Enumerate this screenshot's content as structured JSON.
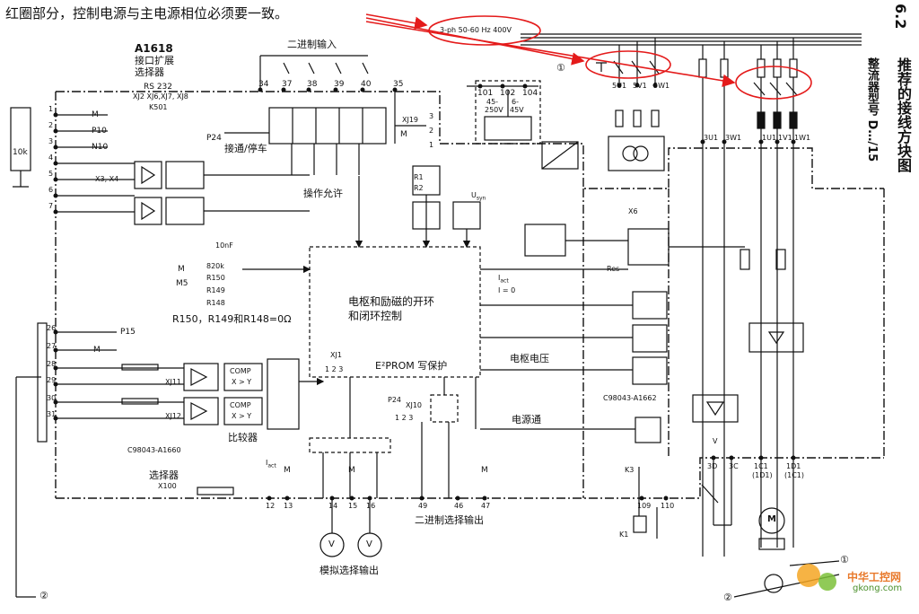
{
  "annotation": {
    "note": "红圈部分，控制电源与主电源相位必须要一致。",
    "color": "#e41a1a"
  },
  "header": {
    "section": "6.2",
    "title": "推荐的接线方块图",
    "subtitle": "整流器型号 D…/15"
  },
  "module": {
    "name": "A1618",
    "desc1": "接口扩展",
    "desc2": "选择器",
    "rs232": "RS 232",
    "conns": "XJ2  XJ6,XJ7, XJ8",
    "k501": "K501"
  },
  "supply": {
    "label": "3-ph 50-60 Hz 400V"
  },
  "labels": {
    "binary_in": "二进制输入",
    "enable": "操作允许",
    "run_stop": "接通/停车",
    "p24": "P24",
    "m": "M",
    "p10": "P10",
    "n10": "N10",
    "ten_k": "10k",
    "x3x4": "X3, X4",
    "p15": "P15",
    "core1": "电枢和励磁的开环",
    "core2": "和闭环控制",
    "eprom": "E²PROM 写保护",
    "xj1": "XJ1",
    "xj1_pins": "1  2  3",
    "armature_v": "电枢电压",
    "supply_on": "电源通",
    "comparator": "比较器",
    "comp": "COMP",
    "xgy": "X > Y",
    "xj11": "XJ11",
    "xj12": "XJ12",
    "c98043a": "C98043-A1660",
    "c98043b": "C98043-A1662",
    "selector": "选择器",
    "x100": "X100",
    "iact_a": "I",
    "iact_sub": "act",
    "binary_out": "二进制选择输出",
    "analog_out": "模拟选择输出",
    "xj10": "XJ10",
    "xj10_pins": "1  2  3",
    "xj19": "XJ19",
    "x6": "X6",
    "usyn": "U",
    "usyn_sub": "syn",
    "res": "Res",
    "r150": "R150",
    "r149": "R149",
    "r148": "R148",
    "r150_note": "R150，R149和R148=0Ω",
    "ms": "M5",
    "c10nf": "10nF",
    "r820": "820k",
    "i0": "I = 0",
    "k1": "K1",
    "k3": "K3",
    "t1": "45-",
    "t2": "250V",
    "t3": "6-",
    "t4": "45V",
    "r1": "R1",
    "r2": "R2",
    "v": "V",
    "mtr": "M",
    "circle1": "①",
    "circle2": "②"
  },
  "terminals": {
    "top": [
      "34",
      "37",
      "38",
      "39",
      "40",
      "35"
    ],
    "supply_pins": [
      "101",
      "102",
      "104"
    ],
    "phase_ctrl": [
      "5U1",
      "5V1",
      "5W1"
    ],
    "phase_main": [
      "3U1",
      "3W1",
      "1U1",
      "1V1",
      "1W1"
    ],
    "left_top": [
      "1",
      "2",
      "3",
      "4",
      "5",
      "6",
      "7"
    ],
    "left_bottom": [
      "26",
      "27",
      "28",
      "29",
      "30",
      "31"
    ],
    "xj19_pins": [
      "3",
      "2",
      "1"
    ],
    "bottom": [
      "12",
      "13",
      "14",
      "15",
      "16",
      "49",
      "46",
      "47",
      "109",
      "110"
    ],
    "field": [
      "3D",
      "3C"
    ],
    "dc": [
      "1C1",
      "1D1"
    ],
    "dc_alt": [
      "(1D1)",
      "(1C1)"
    ],
    "p24b": "P24"
  },
  "watermark": {
    "site": "中华工控网",
    "url": "gkong.com"
  }
}
